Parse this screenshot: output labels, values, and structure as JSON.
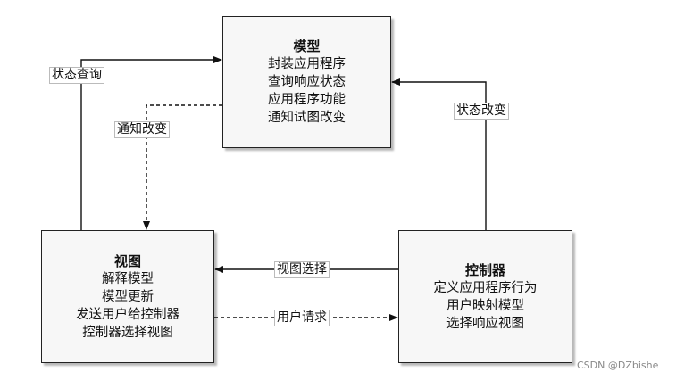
{
  "nodes": {
    "model": {
      "title": "模型",
      "lines": [
        "封装应用程序",
        "查询响应状态",
        "应用程序功能",
        "通知试图改变"
      ]
    },
    "view": {
      "title": "视图",
      "lines": [
        "解释模型",
        "模型更新",
        "发送用户给控制器",
        "控制器选择视图"
      ]
    },
    "controller": {
      "title": "控制器",
      "lines": [
        "定义应用程序行为",
        "用户映射模型",
        "选择响应视图"
      ]
    }
  },
  "edges": {
    "state_query": "状态查询",
    "notify_change": "通知改变",
    "state_change": "状态改变",
    "view_select": "视图选择",
    "user_request": "用户请求"
  },
  "watermark": "CSDN @DZbishe"
}
